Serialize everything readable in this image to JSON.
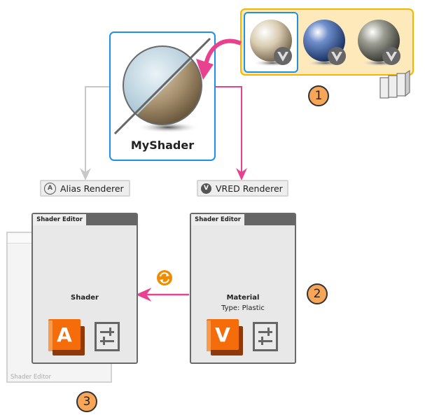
{
  "library": {
    "badge_letter": "V",
    "swatches": [
      "beige-plastic",
      "blue-metallic",
      "grey-metallic"
    ]
  },
  "shader": {
    "name": "MyShader"
  },
  "renderers": {
    "alias": {
      "label": "Alias Renderer",
      "icon_letter": "A"
    },
    "vred": {
      "label": "VRED Renderer",
      "icon_letter": "V"
    }
  },
  "editors": {
    "left": {
      "tab": "Shader Editor",
      "title": "Shader",
      "app_letter": "A"
    },
    "right": {
      "tab": "Shader Editor",
      "title": "Material",
      "subtitle": "Type: Plastic",
      "app_letter": "V"
    },
    "ghost": {
      "tab": "Shader Editor"
    }
  },
  "steps": [
    "1",
    "2",
    "3"
  ],
  "colors": {
    "accent_blue": "#1e90e6",
    "pink": "#e8418f",
    "orange": "#f46d0a",
    "step": "#f7a557"
  }
}
